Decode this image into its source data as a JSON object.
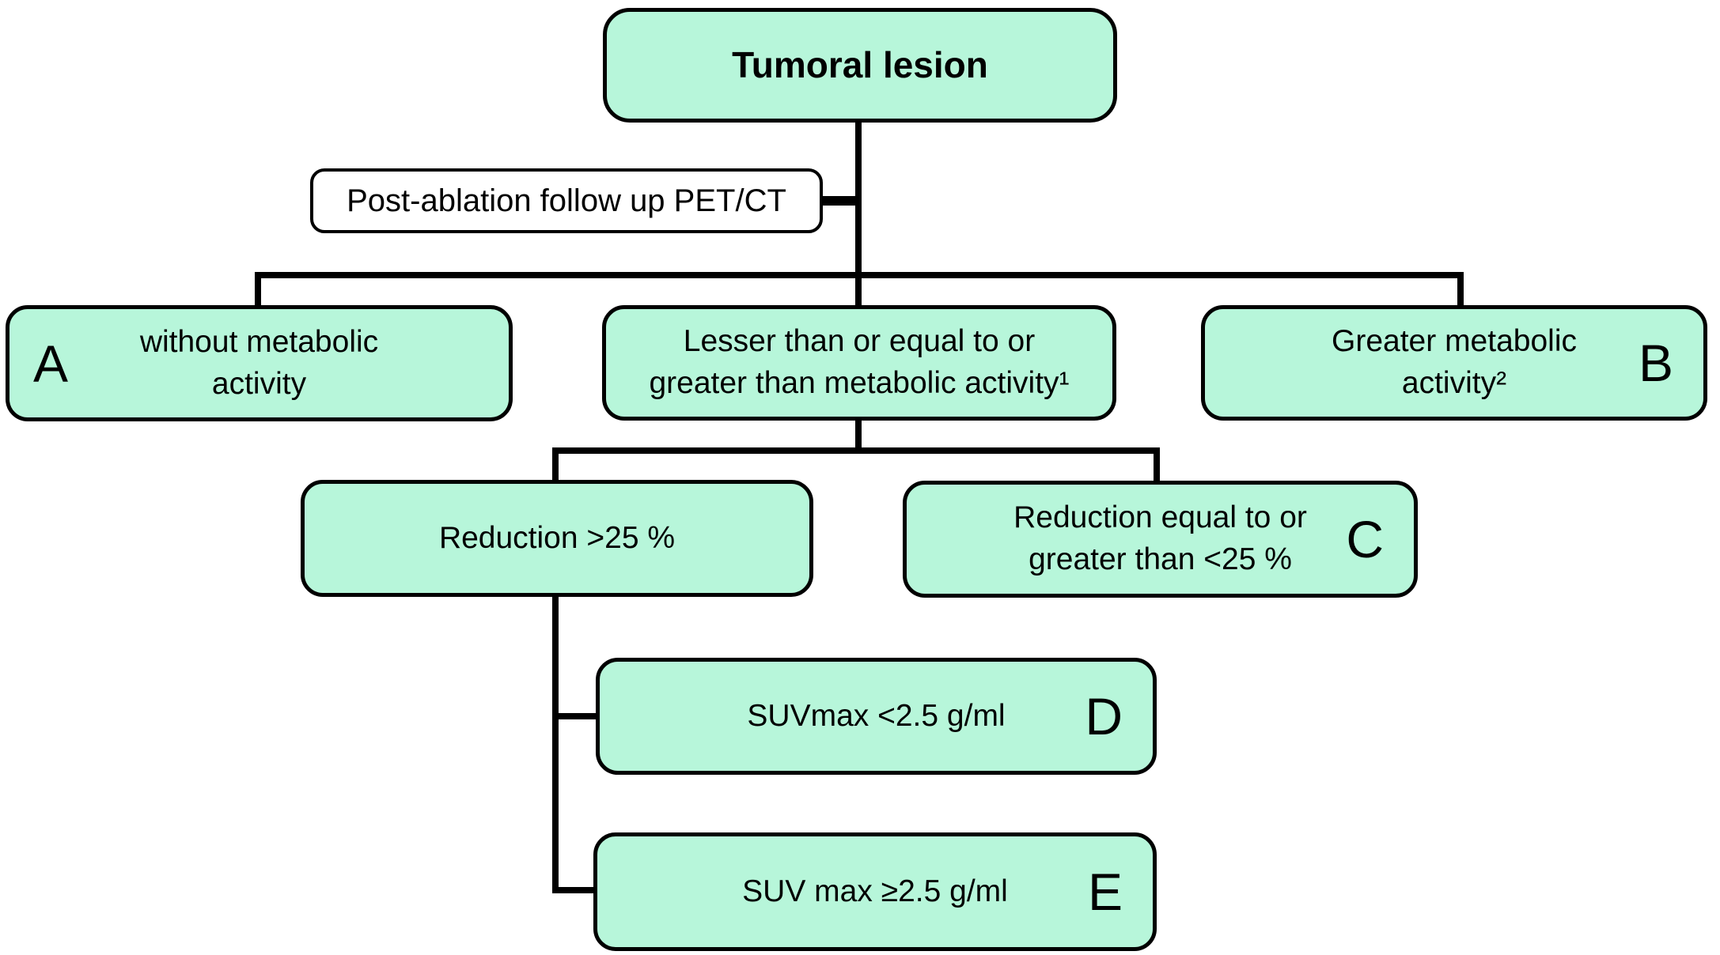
{
  "colors": {
    "background": "#ffffff",
    "box_fill": "#b7f6da",
    "box_border": "#000000",
    "side_fill": "#ffffff",
    "line": "#000000"
  },
  "nodes": {
    "root": {
      "label": "Tumoral lesion"
    },
    "side": {
      "label": "Post-ablation follow up PET/CT"
    },
    "a": {
      "letter": "A",
      "line1": "without metabolic",
      "line2": "activity"
    },
    "mid": {
      "line1": "Lesser than or equal to or",
      "line2": "greater than metabolic activity¹"
    },
    "b": {
      "letter": "B",
      "line1": "Greater metabolic",
      "line2": "activity²"
    },
    "reduction": {
      "label": "Reduction >25 %"
    },
    "c": {
      "letter": "C",
      "line1": "Reduction equal to or",
      "line2": "greater than <25 %"
    },
    "d": {
      "letter": "D",
      "label": "SUVmax <2.5 g/ml"
    },
    "e": {
      "letter": "E",
      "label": "SUV max ≥2.5 g/ml"
    }
  }
}
